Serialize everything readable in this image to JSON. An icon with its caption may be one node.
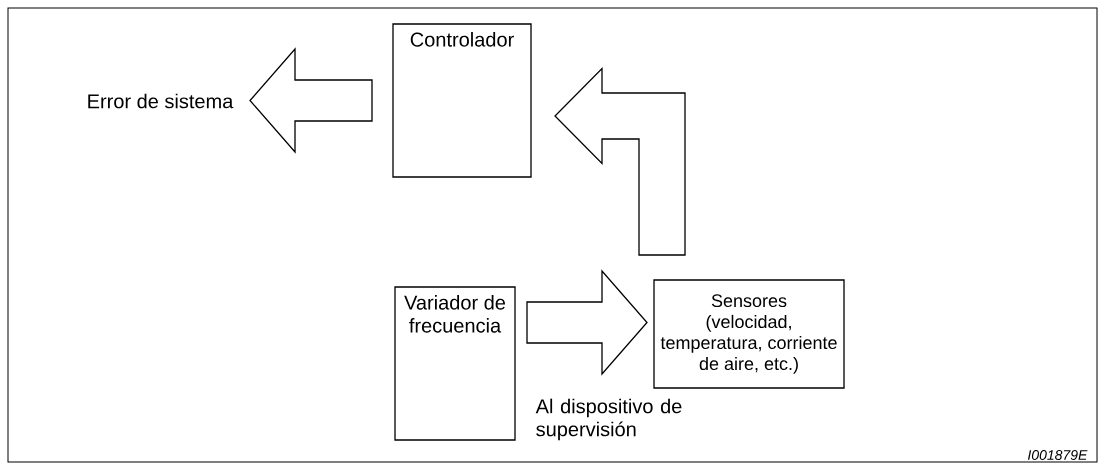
{
  "diagram": {
    "nodes": [
      {
        "text": [
          "Error de sistema"
        ]
      },
      {
        "text": [
          "Controlador"
        ]
      },
      {
        "text": [
          "Variador de frecuencia"
        ]
      },
      {
        "text": [
          "Sensores",
          "(velocidad, temperatura, corriente de aire, etc.)"
        ]
      }
    ],
    "edges": [
      {
        "from": 1,
        "to": 0,
        "arrow": "to"
      },
      {
        "from": 3,
        "to": 1,
        "arrow": "to"
      },
      {
        "from": 2,
        "to": 3,
        "arrow": "to",
        "label": "Al dispositivo de supervisión"
      }
    ],
    "labels": [
      "I001879E"
    ]
  }
}
